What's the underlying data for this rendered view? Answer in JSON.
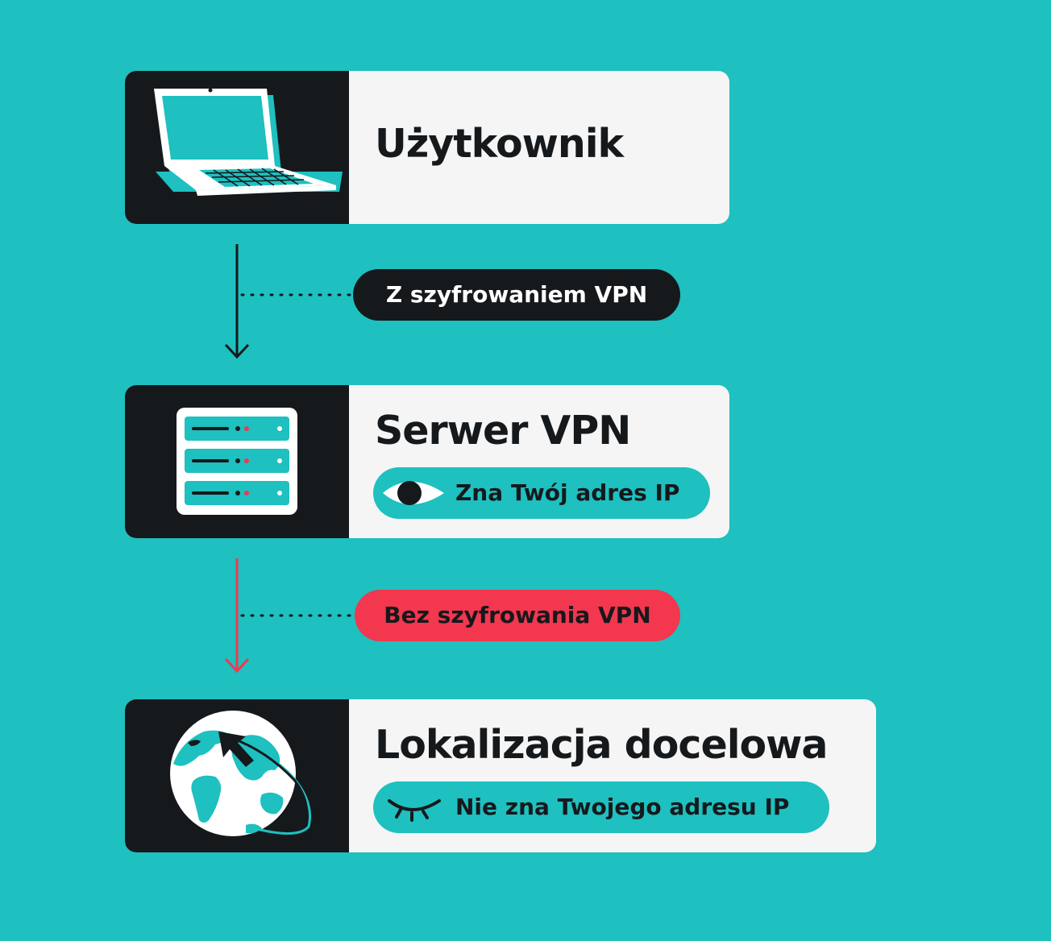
{
  "colors": {
    "background": "#1ec0c0",
    "dark": "#16191c",
    "card": "#f5f5f5",
    "accent_red": "#f2374f"
  },
  "nodes": [
    {
      "title": "Użytkownik",
      "icon": "laptop-icon"
    },
    {
      "title": "Serwer VPN",
      "icon": "server-icon",
      "badge": {
        "icon": "eye-open-icon",
        "text": "Zna Twój adres IP"
      }
    },
    {
      "title": "Lokalizacja docelowa",
      "icon": "globe-icon",
      "badge": {
        "icon": "eye-closed-icon",
        "text": "Nie zna Twojego adresu IP"
      }
    }
  ],
  "links": [
    {
      "label": "Z szyfrowaniem VPN",
      "style": "dark"
    },
    {
      "label": "Bez szyfrowania VPN",
      "style": "red"
    }
  ]
}
